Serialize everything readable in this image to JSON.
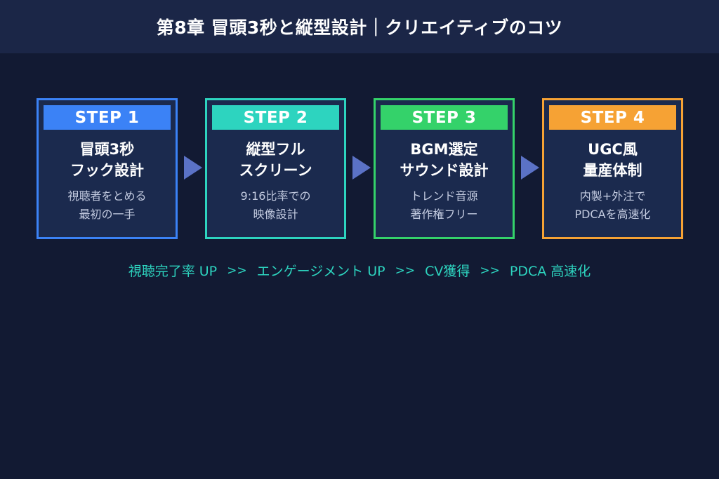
{
  "header": {
    "title": "第8章 冒頭3秒と縦型設計｜クリエイティブのコツ"
  },
  "colors": {
    "background": "#121a33",
    "header_bg": "#1b2647",
    "card_bg": "#1b2a4e",
    "step1": "#3b82f6",
    "step2": "#2dd4bf",
    "step3": "#34d26a",
    "step4": "#f6a234",
    "arrow": "#5b72c6",
    "flow_text": "#2dd4bf"
  },
  "steps": [
    {
      "badge": "STEP 1",
      "title": "冒頭3秒\nフック設計",
      "desc": "視聴者をとめる\n最初の一手",
      "color": "#3b82f6"
    },
    {
      "badge": "STEP 2",
      "title": "縦型フル\nスクリーン",
      "desc": "9:16比率での\n映像設計",
      "color": "#2dd4bf"
    },
    {
      "badge": "STEP 3",
      "title": "BGM選定\nサウンド設計",
      "desc": "トレンド音源\n著作権フリー",
      "color": "#34d26a"
    },
    {
      "badge": "STEP 4",
      "title": "UGC風\n量産体制",
      "desc": "内製+外注で\nPDCAを高速化",
      "color": "#f6a234"
    }
  ],
  "flow": {
    "items": [
      "視聴完了率 UP",
      "エンゲージメント UP",
      "CV獲得",
      "PDCA 高速化"
    ],
    "separator": ">>"
  }
}
